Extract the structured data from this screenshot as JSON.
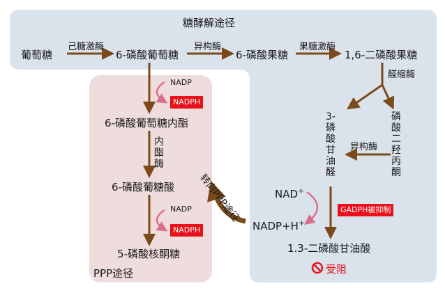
{
  "glycolysis": {
    "title": "糖酵解途径",
    "glucose": "葡萄糖",
    "hexokinase": "己糖激酶",
    "g6p": "6-磷酸葡萄糖",
    "isomerase": "异构酶",
    "f6p": "6-磷酸果糖",
    "pfk": "果糖激酶",
    "f16bp": "1,6-二磷酸果糖",
    "aldolase": "醛缩酶",
    "g3p": "3-磷酸甘油醛",
    "dhap": "磷酸二羟丙酮",
    "tpi": "异构酶",
    "nad": "NAD",
    "nad_sup": "+",
    "nadph_h": "NADP+H",
    "nadph_h_sup": "+",
    "gadph_tag": "GADPH被抑制",
    "bpg": "1.3-二磷酸甘油酸",
    "blocked": "受阻"
  },
  "ppp": {
    "label": "PPP途径",
    "nadp1": "NADP",
    "nadph1": "NADPH",
    "lactone": "6-磷酸葡萄糖内酯",
    "lactonase": "内酯酶",
    "gluconate": "6-磷酸葡糖酸",
    "nadp2": "NADP",
    "nadph2": "NADPH",
    "ribulose": "5-磷酸核酮糖",
    "shift": "转向PPP途径"
  },
  "colors": {
    "glycolysis_bg": "#dae3ec",
    "ppp_bg": "#efdcdc",
    "arrow": "#7b4a1a",
    "pink_arrow": "#d9708a",
    "tag_red": "#e8101a"
  }
}
